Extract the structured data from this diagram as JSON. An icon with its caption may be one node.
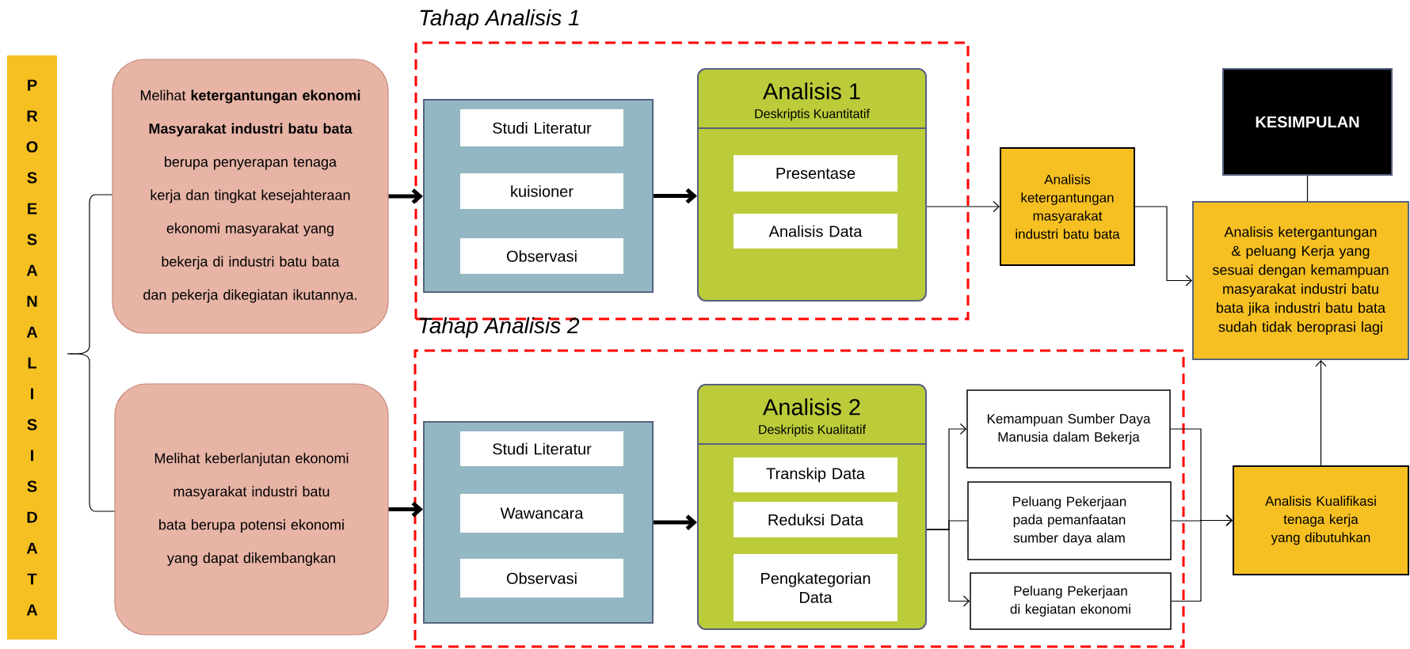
{
  "diagram": {
    "nodes": [
      {
        "text": [
          "PROSES ANALISIS DATA"
        ]
      },
      {
        "text": [
          "Melihat **ketergantungan ekonomi Masyarakat industri batu bata** berupa penyerapan tenaga kerja dan tingkat kesejahteraan ekonomi masyarakat yang bekerja di industri batu bata dan pekerja dikegiatan ikutannya."
        ]
      },
      {
        "text": [
          "Melihat keberlanjutan ekonomi masyarakat industri batu bata berupa potensi ekonomi yang dapat dikembangkan"
        ]
      },
      {
        "text": [
          "Tahap Analisis 1"
        ]
      },
      {
        "text": [],
        "shape": "box",
        "in": 3
      },
      {
        "text": [
          "Studi Literatur"
        ],
        "in": 4
      },
      {
        "text": [
          "kuisioner"
        ],
        "in": 4
      },
      {
        "text": [
          "Observasi"
        ],
        "in": 4
      },
      {
        "text": [
          "Analisis 1",
          "Deskriptis Kuantitatif"
        ],
        "in": 3
      },
      {
        "text": [
          "Presentase"
        ],
        "in": 8
      },
      {
        "text": [
          "Analisis Data"
        ],
        "in": 8
      },
      {
        "text": [
          "Analisis ketergantungan masyarakat industri batu bata"
        ]
      },
      {
        "text": [
          "KESIMPULAN"
        ]
      },
      {
        "text": [
          "Analisis ketergantungan & peluang Kerja yang sesuai dengan kemampuan masyarakat industri batu bata jika industri batu bata sudah tidak beroprasi lagi"
        ]
      },
      {
        "text": [
          "Tahap Analisis 2"
        ]
      },
      {
        "text": [],
        "shape": "box",
        "in": 14
      },
      {
        "text": [
          "Studi Literatur"
        ],
        "in": 15
      },
      {
        "text": [
          "Wawancara"
        ],
        "in": 15
      },
      {
        "text": [
          "Observasi"
        ],
        "in": 15
      },
      {
        "text": [
          "Analisis 2",
          "Deskriptis Kualitatif"
        ],
        "in": 14
      },
      {
        "text": [
          "Transkip Data"
        ],
        "in": 19
      },
      {
        "text": [
          "Reduksi Data"
        ],
        "in": 19
      },
      {
        "text": [
          "Pengkategorian Data"
        ],
        "in": 19
      },
      {
        "text": [
          "Kemampuan Sumber Daya Manusia dalam Bekerja"
        ],
        "in": 14
      },
      {
        "text": [
          "Peluang Pekerjaan pada pemanfaatan sumber daya alam"
        ],
        "in": 14
      },
      {
        "text": [
          "Peluang Pekerjaan di kegiatan ekonomi"
        ],
        "in": 14
      },
      {
        "text": [
          "Analisis Kualifikasi tenaga kerja yang dibutuhkan"
        ]
      }
    ],
    "edges": [
      {
        "from": 1,
        "to": 4,
        "arrow": "to",
        "style": "thick"
      },
      {
        "from": 2,
        "to": 15,
        "arrow": "to",
        "style": "thick"
      },
      {
        "from": 4,
        "to": 8,
        "arrow": "to",
        "style": "thick"
      },
      {
        "from": 15,
        "to": 19,
        "arrow": "to",
        "style": "thick"
      },
      {
        "from": 8,
        "to": 11,
        "arrow": "to"
      },
      {
        "from": 11,
        "to": 13,
        "arrow": "to"
      },
      {
        "from": 12,
        "to": 13,
        "arrow": "none"
      },
      {
        "from": 19,
        "to": 23,
        "arrow": "to"
      },
      {
        "from": 19,
        "to": 24,
        "arrow": "none"
      },
      {
        "from": 19,
        "to": 25,
        "arrow": "to"
      },
      {
        "from": 23,
        "to": 26,
        "arrow": "to"
      },
      {
        "from": 24,
        "to": 26,
        "arrow": "to"
      },
      {
        "from": 25,
        "to": 26,
        "arrow": "to"
      },
      {
        "from": 26,
        "to": 13,
        "arrow": "to"
      }
    ]
  }
}
